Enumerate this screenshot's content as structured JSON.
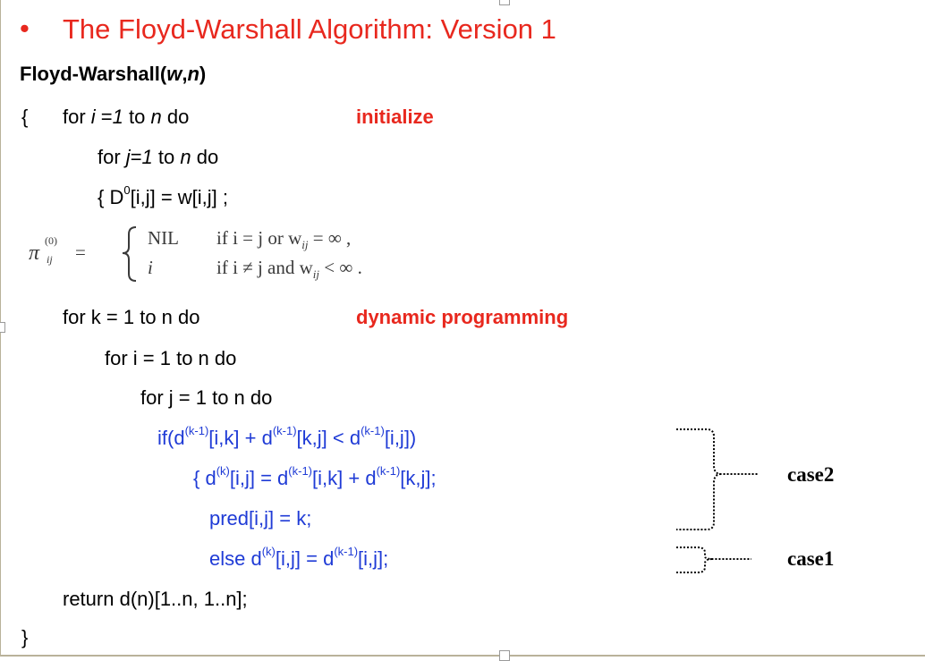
{
  "slide": {
    "bullet": "•",
    "title": "The Floyd-Warshall Algorithm: Version 1",
    "signature": {
      "name": "Floyd-Warshall(",
      "arg1": "w",
      "comma": ",",
      "arg2": "n",
      "close": ")"
    }
  },
  "code": {
    "open_brace": "{",
    "line1": {
      "kw": "for ",
      "var": "i",
      "eq": " =",
      "val": "1",
      "to": " to ",
      "n": "n",
      "do": " do"
    },
    "line2": {
      "kw": "for ",
      "var": "j",
      "eq": "=",
      "val": "1",
      "to": " to ",
      "n": "n",
      "do": " do"
    },
    "line3": {
      "pre": "{ D",
      "sup": "0",
      "post": "[i,j] = w[i,j] ;"
    },
    "pi_def": {
      "lhs_sym": "π",
      "lhs_sup": "(0)",
      "lhs_sub": "ij",
      "eq": "=",
      "case1_val": "NIL",
      "case1_cond": "if i = j or w",
      "case1_sub": "ij",
      "case1_tail": " = ∞ ,",
      "case2_val": "i",
      "case2_cond": "if i ≠ j and w",
      "case2_sub": "ij",
      "case2_tail": " < ∞ ."
    },
    "line4": "for k = 1 to n do",
    "line5": "for i = 1 to n do",
    "line6": "for j = 1 to n do",
    "line7": {
      "a": "if(d",
      "s1": "(k-1)",
      "b": "[i,k] + d",
      "s2": "(k-1)",
      "c": "[k,j] < d",
      "s3": "(k-1)",
      "d": "[i,j])"
    },
    "line8": {
      "a": "{ d",
      "s1": "(k)",
      "b": "[i,j] = d",
      "s2": "(k-1)",
      "c": "[i,k] + d",
      "s3": "(k-1)",
      "d": "[k,j];"
    },
    "line9": "pred[i,j] = k;",
    "line10": {
      "a": "else d",
      "s1": "(k)",
      "b": "[i,j] = d",
      "s2": "(k-1)",
      "c": "[i,j];"
    },
    "line11": "return d(n)[1..n, 1..n];",
    "close_brace": "}"
  },
  "annotations": {
    "initialize": "initialize",
    "dynamic": "dynamic programming",
    "case2": "case2",
    "case1": "case1"
  },
  "colors": {
    "title_red": "#e8281e",
    "code_blue": "#1f3bd6",
    "text_black": "#000000"
  }
}
